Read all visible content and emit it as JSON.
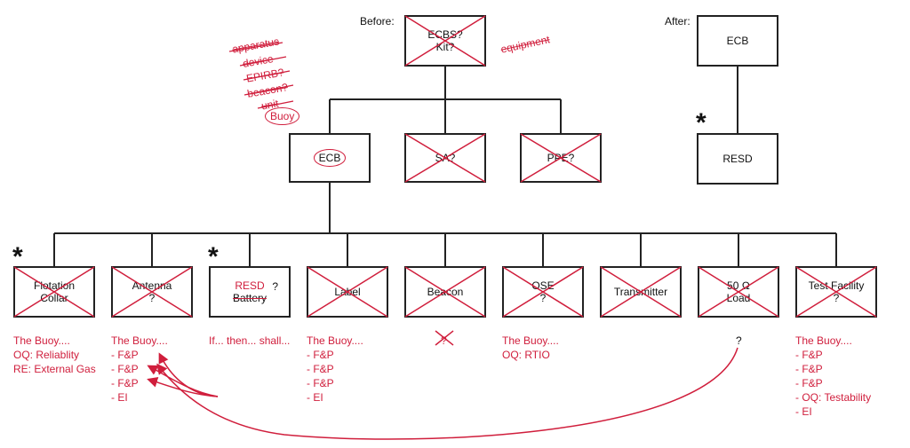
{
  "before_label": "Before:",
  "after_label": "After:",
  "star_symbol": "*",
  "top_box": {
    "line1": "ECBS?",
    "line2": "Kit?"
  },
  "equipment_scribble": "equipment",
  "crossed_words": [
    "apparatus",
    "device",
    "EPIRB?",
    "beacon?",
    "unit"
  ],
  "chosen_word": "Buoy",
  "level2": [
    {
      "label": "ECB",
      "circled": true
    },
    {
      "label": "SA?"
    },
    {
      "label": "PPE?"
    }
  ],
  "after_boxes": {
    "top": "ECB",
    "bottom": "RESD"
  },
  "components": [
    {
      "line1": "Flotation",
      "line2": "Collar"
    },
    {
      "line1": "Antenna",
      "line2": "?"
    },
    {
      "line1": "RESD",
      "line2": "Battery",
      "side": "?"
    },
    {
      "line1": "Label",
      "line2": ""
    },
    {
      "line1": "Beacon",
      "line2": ""
    },
    {
      "line1": "OSE",
      "line2": "?"
    },
    {
      "line1": "Transmitter",
      "line2": ""
    },
    {
      "line1": "50 Ω",
      "line2": "Load"
    },
    {
      "line1": "Test Facility",
      "line2": "?"
    }
  ],
  "notes": {
    "flotation": [
      "The Buoy....",
      "OQ: Reliablity",
      "RE: External Gas"
    ],
    "antenna": [
      "The Buoy....",
      "- F&P",
      "- F&P",
      "- F&P",
      "- EI"
    ],
    "resd": [
      "If... then... shall..."
    ],
    "label": [
      "The Buoy....",
      "- F&P",
      "- F&P",
      "- F&P",
      "- EI"
    ],
    "beacon": [
      "?"
    ],
    "ose": [
      "The Buoy....",
      "OQ: RTIO"
    ],
    "load": [
      "?"
    ],
    "test": [
      "The Buoy....",
      "- F&P",
      "- F&P",
      "- F&P",
      "- OQ: Testability",
      "- EI"
    ]
  },
  "colors": {
    "ink": "#222222",
    "red": "#d01e3c"
  }
}
